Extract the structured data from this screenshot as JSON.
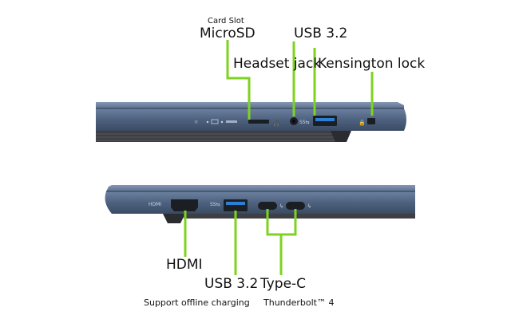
{
  "colors": {
    "callout": "#7ed321",
    "chassis": "#4e6280",
    "chassis_dark": "#3a4b63",
    "port": "#1b1e23",
    "usb_tongue": "#2d7fd6",
    "text": "#111111"
  },
  "top_view": {
    "callouts": {
      "card_slot_caption": "Card Slot",
      "card_slot": "MicroSD",
      "headset": "Headset jack",
      "usb": "USB 3.2",
      "kensington": "Kensington lock"
    },
    "icons": [
      "card-slot-port",
      "headset-jack-port",
      "usb-a-port",
      "kensington-lock-slot",
      "status-led-icons"
    ]
  },
  "bottom_view": {
    "callouts": {
      "hdmi": "HDMI",
      "usb": "USB 3.2",
      "usb_note": "Support offline charging",
      "typec": "Type-C",
      "typec_note": "Thunderbolt™ 4"
    },
    "port_labels": {
      "hdmi_print": "HDMI"
    },
    "icons": [
      "hdmi-port",
      "usb-a-port",
      "usb-c-port",
      "thunderbolt-icon"
    ]
  }
}
